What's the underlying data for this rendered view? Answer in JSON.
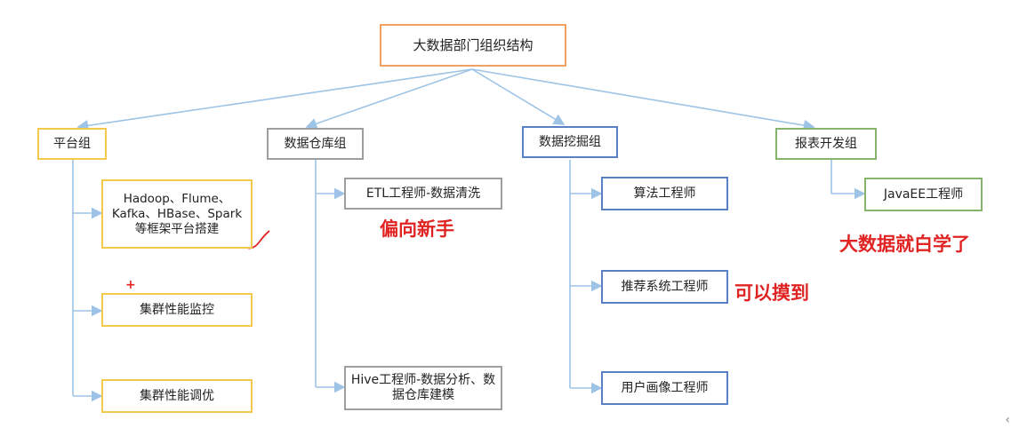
{
  "diagram": {
    "root": "大数据部门组织结构",
    "groups": [
      {
        "label": "平台组",
        "children": [
          "Hadoop、Flume、Kafka、HBase、Spark等框架平台搭建",
          "集群性能监控",
          "集群性能调优"
        ]
      },
      {
        "label": "数据仓库组",
        "children": [
          "ETL工程师-数据清洗",
          "Hive工程师-数据分析、数据仓库建模"
        ]
      },
      {
        "label": "数据挖掘组",
        "children": [
          "算法工程师",
          "推荐系统工程师",
          "用户画像工程师"
        ]
      },
      {
        "label": "报表开发组",
        "children": [
          "JavaEE工程师"
        ]
      }
    ],
    "annotations": {
      "etl_note": "偏向新手",
      "recommend_note": "可以摸到",
      "javaee_note": "大数据就白学了",
      "plus_mark": "+"
    }
  },
  "colors": {
    "root_border": "#f0a060",
    "platform_border": "#f2c94c",
    "warehouse_border": "#9e9e9e",
    "mining_border": "#5b7fc4",
    "report_border": "#86b46c",
    "connector": "#9dc3e6",
    "annotation": "#e02424"
  },
  "side_icon": "left-chevron-icon",
  "side_glyph": "‹"
}
